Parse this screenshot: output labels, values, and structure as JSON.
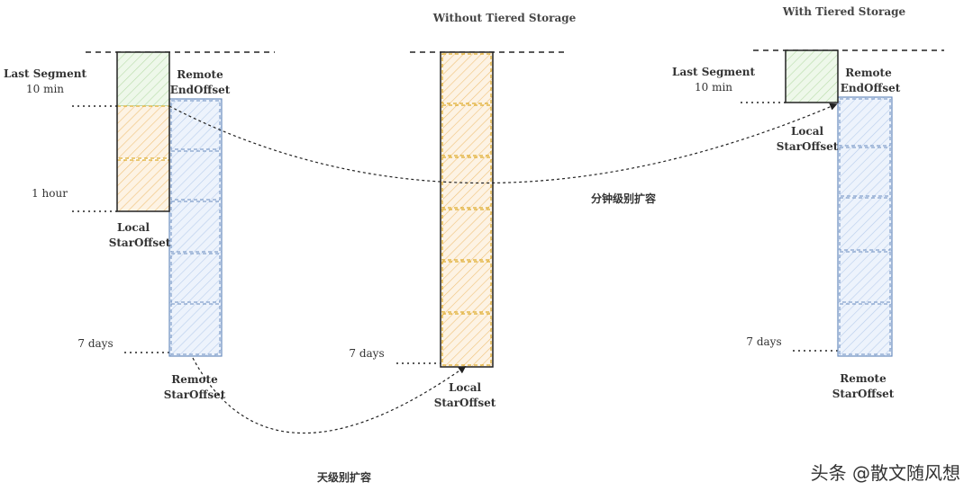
{
  "titles": {
    "without": "Without Tiered Storage",
    "with": "With Tiered Storage"
  },
  "left": {
    "last_segment": "Last Segment",
    "ten_min": "10 min",
    "one_hour": "1 hour",
    "seven_days": "7 days",
    "remote_end_1": "Remote",
    "remote_end_2": "EndOffset",
    "local_start_1": "Local",
    "local_start_2": "StarOffset",
    "remote_start_1": "Remote",
    "remote_start_2": "StarOffset"
  },
  "middle": {
    "seven_days": "7 days",
    "local_start_1": "Local",
    "local_start_2": "StarOffset"
  },
  "right": {
    "last_segment": "Last Segment",
    "ten_min": "10 min",
    "seven_days": "7 days",
    "remote_end_1": "Remote",
    "remote_end_2": "EndOffset",
    "local_start_1": "Local",
    "local_start_2": "StarOffset",
    "remote_start_1": "Remote",
    "remote_start_2": "StarOffset"
  },
  "annotations": {
    "minute_scale": "分钟级别扩容",
    "day_scale": "天级别扩容"
  },
  "watermark": "头条 @散文随风想",
  "colors": {
    "green_fill": "#e8f5e3",
    "green_stroke": "#82b366",
    "orange_fill": "#fcefdc",
    "orange_stroke": "#d79b00",
    "blue_fill": "#e6effb",
    "blue_stroke": "#6c8ebf",
    "dark_stroke": "#222222"
  }
}
